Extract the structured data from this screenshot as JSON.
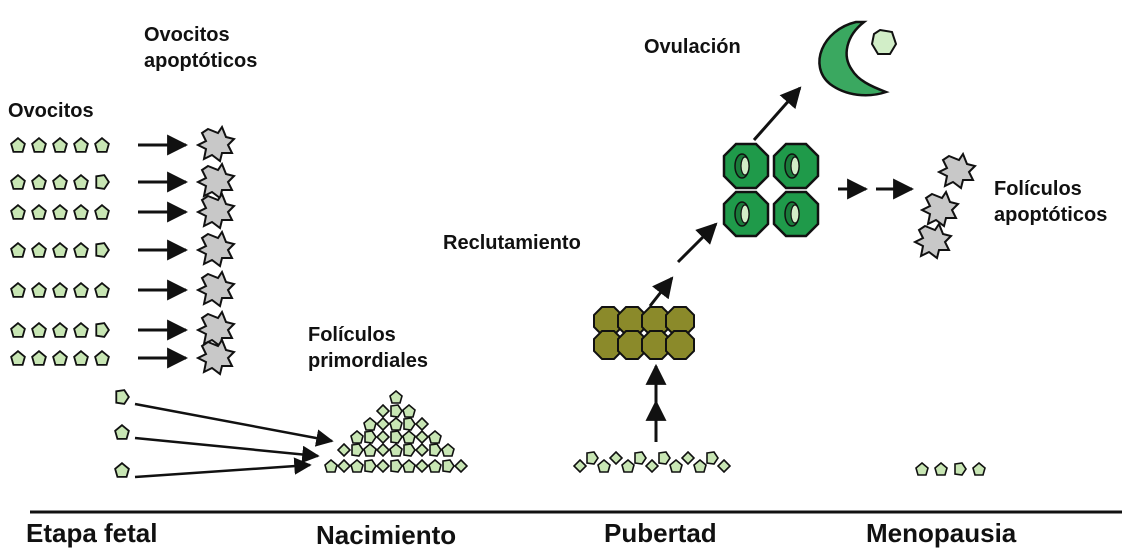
{
  "labels": {
    "apoptotic_oocytes": [
      "Ovocitos",
      "apoptóticos"
    ],
    "oocytes": "Ovocitos",
    "primordial_follicles": [
      "Folículos",
      "primordiales"
    ],
    "recruitment": "Reclutamiento",
    "ovulation": "Ovulación",
    "apoptotic_follicles": [
      "Folículos",
      "apoptóticos"
    ]
  },
  "stages": [
    "Etapa fetal",
    "Nacimiento",
    "Pubertad",
    "Menopausia"
  ],
  "colors": {
    "oocyte_fill": "#c8e6b4",
    "apoptotic_fill": "#c8c8c8",
    "primordial_cluster_fill": "#8b8a2a",
    "dominant_follicle_fill": "#1f9a4a",
    "dominant_follicle_inner": "#d2eec8",
    "ovulated_follicle_fill": "#3aa860",
    "line": "#111111"
  }
}
